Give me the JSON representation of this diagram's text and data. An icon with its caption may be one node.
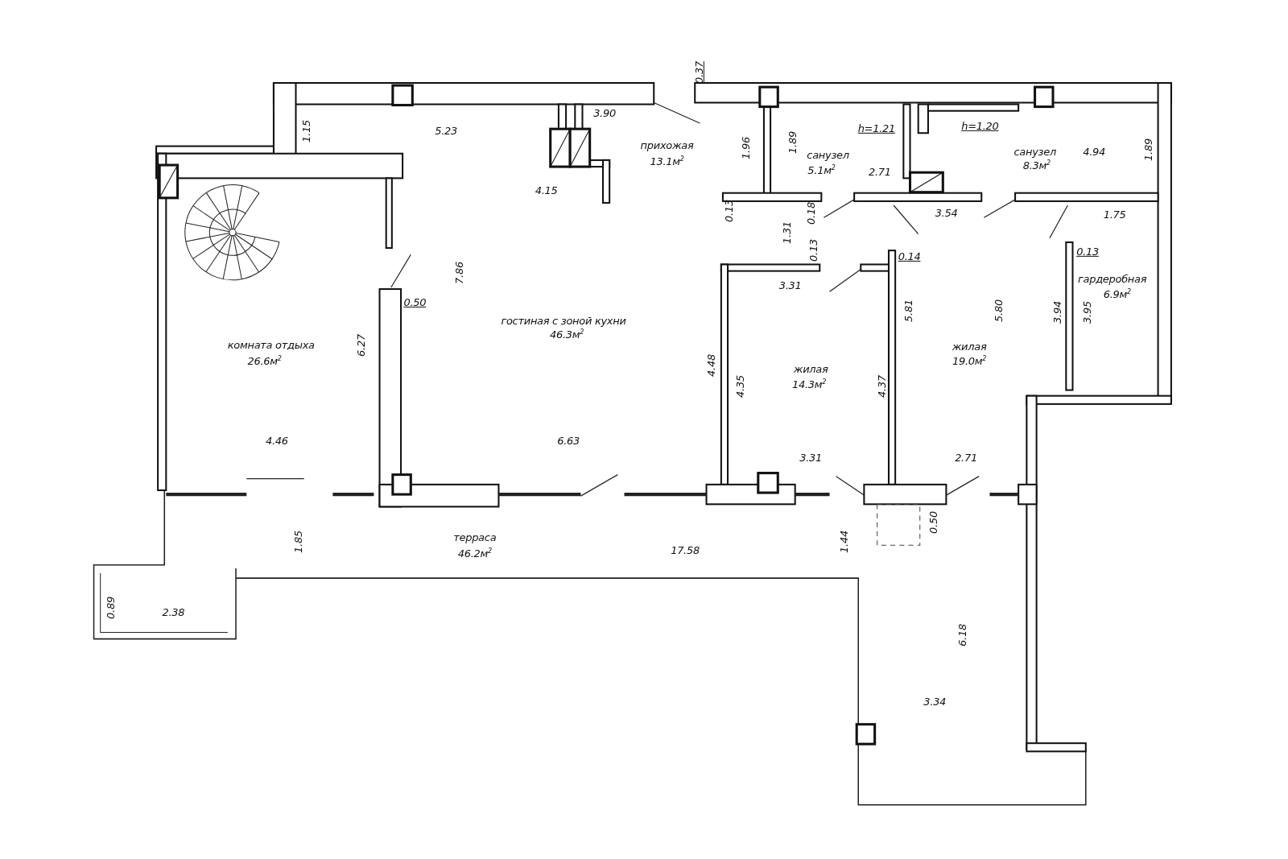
{
  "diagram": {
    "labels": [
      "0.37",
      "3.90",
      "5.23",
      "1.15",
      "h=1.21",
      "h=1.20",
      "прихожая",
      "13.1м$^{2}$",
      "1.96",
      "1.89",
      "санузел",
      "5.1м$^{2}$",
      "санузел",
      "8.3м$^{2}$",
      "4.94",
      "1.89",
      "2.71",
      "4.15",
      "0.13",
      "0.18",
      "3.54",
      "1.75",
      "1.31",
      "0.13",
      "0.14",
      "0.13",
      "7.86",
      "3.31",
      "гардеробная",
      "6.9м$^{2}$",
      "0.50",
      "5.81",
      "5.80",
      "3.94",
      "3.95",
      "гостиная с зоной кухни",
      "46.3м$^{2}$",
      "комната отдыха",
      "26.6м$^{2}$",
      "6.27",
      "жилая",
      "19.0м$^{2}$",
      "4.48",
      "жилая",
      "14.3м$^{2}$",
      "4.35",
      "4.37",
      "4.46",
      "6.63",
      "3.31",
      "2.71",
      "0.50",
      "1.85",
      "терраса",
      "46.2м$^{2}$",
      "1.44",
      "17.58",
      "0.89",
      "2.38",
      "6.18",
      "3.34"
    ]
  }
}
